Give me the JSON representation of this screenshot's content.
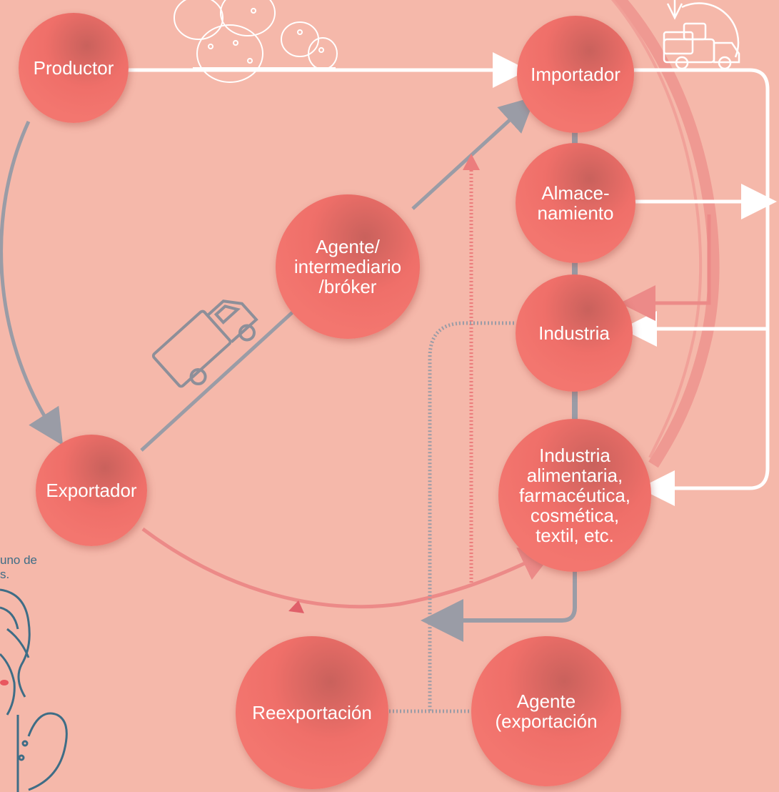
{
  "nodes": {
    "productor": "Productor",
    "importador": "Importador",
    "almacenamiento": "Almace-\nnamiento",
    "agente": "Agente/\nintermediario\n/bróker",
    "industria": "Industria",
    "industria_sectores": "Industria\nalimentaria,\nfarmacéutica,\ncosmética,\ntextil, etc.",
    "exportador": "Exportador",
    "reexportacion": "Reexportación",
    "agente_exportacion": "Agente\n(exportación"
  },
  "side_text": "uno de\ns.",
  "icons": [
    "cactus-icon",
    "truck-icon",
    "globe-shipping-icon",
    "woman-illustration"
  ],
  "colors": {
    "background": "#f5b8aa",
    "node": "#f3766f",
    "grey_arrow": "#9a9ca6",
    "white_arrow": "#ffffff",
    "pink_arrow": "#ec8a88",
    "illustration_blue": "#3e6d86"
  }
}
